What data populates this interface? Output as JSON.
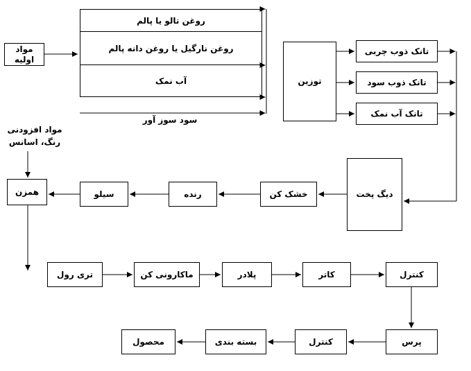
{
  "nodes": {
    "raw_materials": "مواد اولیه",
    "oil_tallow_palm": "روغن تالو یا پالم",
    "oil_coconut_palm_kernel": "روغن نارگیل یا روغن دانه پالم",
    "brine": "آب نمک",
    "caustic_soda": "سود سوز آور",
    "weighing": "توزین",
    "tank_fat_melting": "تانک ذوب چربی",
    "tank_soda_melting": "تانک ذوب سود",
    "tank_brine": "تانک آب نمک",
    "cooking_kettle": "دیگ پخت",
    "dryer": "خشک کن",
    "grater": "رنده",
    "silo": "سیلو",
    "mixer": "همزن",
    "additives_line1": "مواد افزودنی",
    "additives_line2": "رنگ، اسانس",
    "three_roll": "تری رول",
    "macaroni_machine": "ماکارونی کن",
    "plodder": "پلادر",
    "cutter": "کاتر",
    "control_1": "کنترل",
    "press": "پرس",
    "control_2": "کنترل",
    "packaging": "بسته بندی",
    "product": "محصول"
  },
  "colors": {
    "line": "#000000",
    "background": "#ffffff",
    "text": "#000000"
  }
}
